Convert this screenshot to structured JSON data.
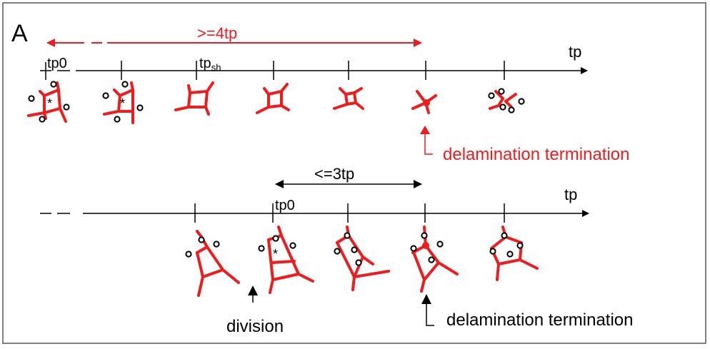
{
  "panel_label": "A",
  "top": {
    "duration_label": ">=4tp",
    "tp0_label": "tp0",
    "tp_sh_main": "tp",
    "tp_sh_sub": "sh",
    "axis_label": "tp",
    "event_label": "delamination termination"
  },
  "bottom": {
    "duration_label": "<=3tp",
    "tp0_label": "tp0",
    "axis_label": "tp",
    "division_label": "division",
    "event_label": "delamination termination"
  },
  "cell_mark": "*",
  "colors": {
    "red": "#ee1c1c",
    "black": "#000000",
    "frame": "#555555"
  }
}
